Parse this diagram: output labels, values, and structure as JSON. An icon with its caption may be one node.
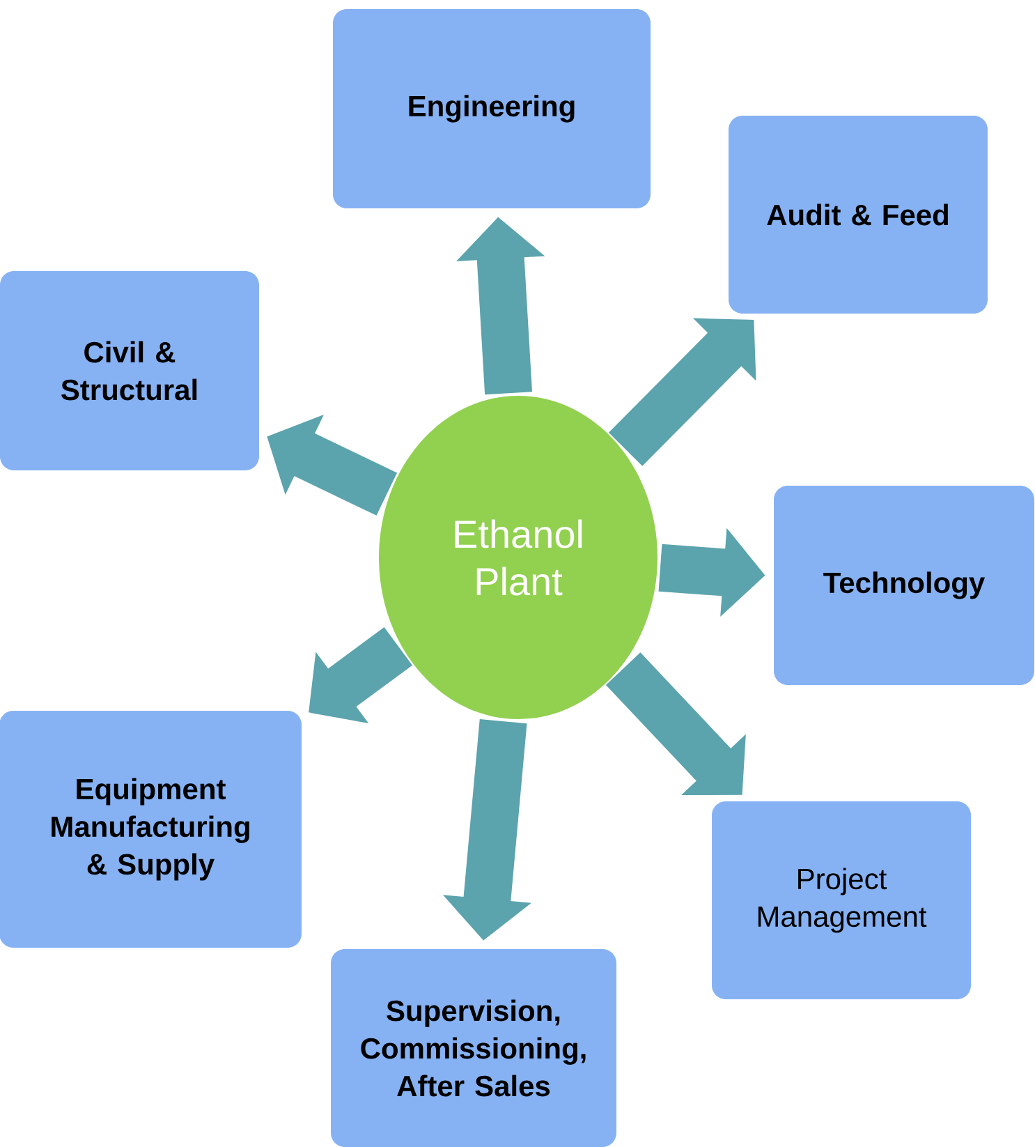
{
  "diagram": {
    "nodes": [
      {
        "text": [
          "Ethanol Plant"
        ]
      },
      {
        "text": [
          "Engineering"
        ]
      },
      {
        "text": [
          "Audit & Feed"
        ]
      },
      {
        "text": [
          "Technology"
        ]
      },
      {
        "text": [
          "Project Management"
        ]
      },
      {
        "text": [
          "Supervision, Commissioning, After Sales"
        ]
      },
      {
        "text": [
          "Equipment Manufacturing & Supply"
        ]
      },
      {
        "text": [
          "Civil & Structural"
        ]
      }
    ],
    "edges": [
      {
        "from": 0,
        "to": 1,
        "arrow": "to"
      },
      {
        "from": 0,
        "to": 2,
        "arrow": "to"
      },
      {
        "from": 0,
        "to": 3,
        "arrow": "to"
      },
      {
        "from": 0,
        "to": 4,
        "arrow": "to"
      },
      {
        "from": 0,
        "to": 5,
        "arrow": "to"
      },
      {
        "from": 0,
        "to": 6,
        "arrow": "to"
      },
      {
        "from": 0,
        "to": 7,
        "arrow": "to"
      }
    ]
  }
}
